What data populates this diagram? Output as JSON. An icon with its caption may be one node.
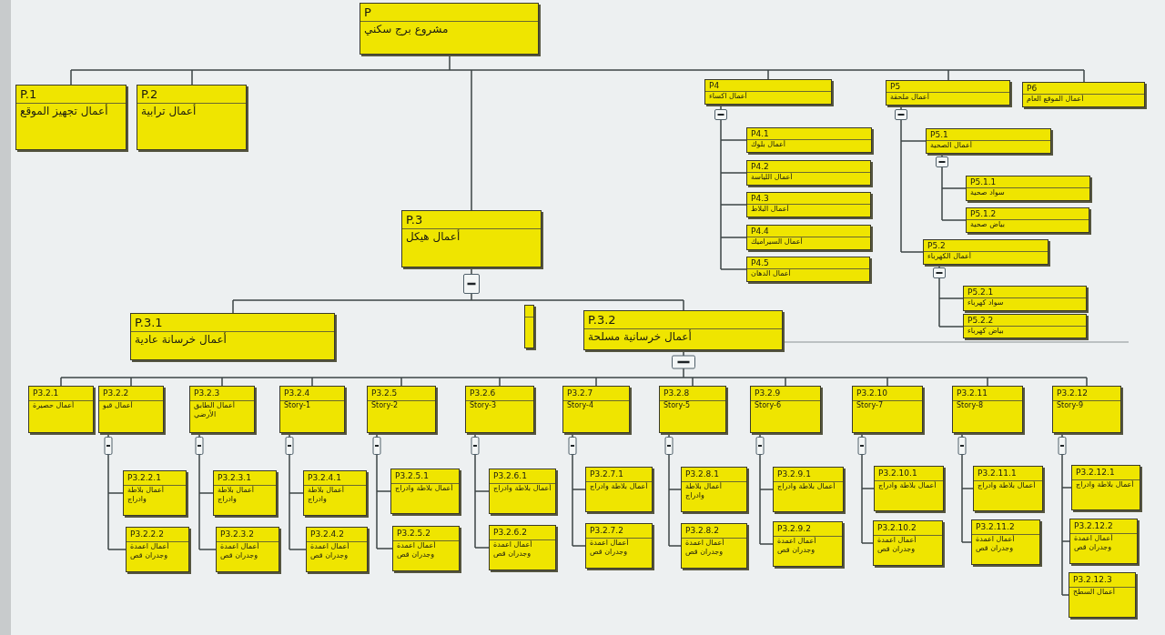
{
  "diagram": {
    "nodes": [
      {
        "text": [
          "P",
          "مشروع برج سكني"
        ]
      },
      {
        "text": [
          "P.1",
          "أعمال تجهيز الموقع"
        ]
      },
      {
        "text": [
          "P.2",
          "أعمال ترابية"
        ]
      },
      {
        "text": [
          "P.3",
          "أعمال هيكل"
        ]
      },
      {
        "text": [
          "P4",
          "أعمال اكساء"
        ]
      },
      {
        "text": [
          "P5",
          "أعمال ملحقة"
        ]
      },
      {
        "text": [
          "P6",
          "أعمال الموقع العام"
        ]
      },
      {
        "text": [
          "P4.1",
          "أعمال بلوك"
        ]
      },
      {
        "text": [
          "P4.2",
          "أعمال اللياسة"
        ]
      },
      {
        "text": [
          "P4.3",
          "أعمال البلاط"
        ]
      },
      {
        "text": [
          "P4.4",
          "أعمال السيراميك"
        ]
      },
      {
        "text": [
          "P4.5",
          "أعمال الدهان"
        ]
      },
      {
        "text": [
          "P5.1",
          "أعمال الصحية"
        ]
      },
      {
        "text": [
          "P5.1.1",
          "سواد صحية"
        ]
      },
      {
        "text": [
          "P5.1.2",
          "بياض صحية"
        ]
      },
      {
        "text": [
          "P5.2",
          "أعمال الكهرباء"
        ]
      },
      {
        "text": [
          "P5.2.1",
          "سواد كهرباء"
        ]
      },
      {
        "text": [
          "P5.2.2",
          "بياض كهرباء"
        ]
      },
      {
        "text": [
          "P.3.1",
          "أعمال خرسانة عادية"
        ]
      },
      {
        "text": [],
        "shape": "box"
      },
      {
        "text": [
          "P.3.2",
          "أعمال خرسانية مسلحة"
        ]
      },
      {
        "text": [
          "P3.2.1",
          "أعمال حصيرة"
        ]
      },
      {
        "text": [
          "P3.2.2",
          "أعمال قبو"
        ]
      },
      {
        "text": [
          "P3.2.3",
          "أعمال الطابق الأرضي"
        ]
      },
      {
        "text": [
          "P3.2.4",
          "Story-1"
        ]
      },
      {
        "text": [
          "P3.2.5",
          "Story-2"
        ]
      },
      {
        "text": [
          "P3.2.6",
          "Story-3"
        ]
      },
      {
        "text": [
          "P3.2.7",
          "Story-4"
        ]
      },
      {
        "text": [
          "P3.2.8",
          "Story-5"
        ]
      },
      {
        "text": [
          "P3.2.9",
          "Story-6"
        ]
      },
      {
        "text": [
          "P3.2.10",
          "Story-7"
        ]
      },
      {
        "text": [
          "P3.2.11",
          "Story-8"
        ]
      },
      {
        "text": [
          "P3.2.12",
          "Story-9"
        ]
      },
      {
        "text": [
          "P3.2.2.1",
          "أعمال بلاطة وادراج"
        ]
      },
      {
        "text": [
          "P3.2.2.2",
          "أعمال اعمدة وجدران قص"
        ]
      },
      {
        "text": [
          "P3.2.3.1",
          "أعمال بلاطة وادراج"
        ]
      },
      {
        "text": [
          "P3.2.3.2",
          "أعمال اعمدة وجدران قص"
        ]
      },
      {
        "text": [
          "P3.2.4.1",
          "أعمال بلاطة وادراج"
        ]
      },
      {
        "text": [
          "P3.2.4.2",
          "أعمال اعمدة وجدران قص"
        ]
      },
      {
        "text": [
          "P3.2.5.1",
          "أعمال بلاطة وادراج"
        ]
      },
      {
        "text": [
          "P3.2.5.2",
          "أعمال اعمدة وجدران قص"
        ]
      },
      {
        "text": [
          "P3.2.6.1",
          "أعمال بلاطة وادراج"
        ]
      },
      {
        "text": [
          "P3.2.6.2",
          "أعمال اعمدة وجدران قص"
        ]
      },
      {
        "text": [
          "P3.2.7.1",
          "أعمال بلاطة وادراج"
        ]
      },
      {
        "text": [
          "P3.2.7.2",
          "أعمال اعمدة وجدران قص"
        ]
      },
      {
        "text": [
          "P3.2.8.1",
          "أعمال بلاطة وادراج"
        ]
      },
      {
        "text": [
          "P3.2.8.2",
          "أعمال اعمدة وجدران قص"
        ]
      },
      {
        "text": [
          "P3.2.9.1",
          "أعمال بلاطة وادراج"
        ]
      },
      {
        "text": [
          "P3.2.9.2",
          "أعمال اعمدة وجدران قص"
        ]
      },
      {
        "text": [
          "P3.2.10.1",
          "أعمال بلاطة وادراج"
        ]
      },
      {
        "text": [
          "P3.2.10.2",
          "أعمال اعمدة وجدران قص"
        ]
      },
      {
        "text": [
          "P3.2.11.1",
          "أعمال بلاطة وادراج"
        ]
      },
      {
        "text": [
          "P3.2.11.2",
          "أعمال اعمدة وجدران قص"
        ]
      },
      {
        "text": [
          "P3.2.12.1",
          "أعمال بلاطة وادراج"
        ]
      },
      {
        "text": [
          "P3.2.12.2",
          "أعمال اعمدة وجدران قص"
        ]
      },
      {
        "text": [
          "P3.2.12.3",
          "أعمال السطح"
        ]
      }
    ],
    "edges": [
      {
        "from": 0,
        "to": 1,
        "arrow": "none"
      },
      {
        "from": 0,
        "to": 2,
        "arrow": "none"
      },
      {
        "from": 0,
        "to": 3,
        "arrow": "none"
      },
      {
        "from": 0,
        "to": 4,
        "arrow": "none"
      },
      {
        "from": 0,
        "to": 5,
        "arrow": "none"
      },
      {
        "from": 0,
        "to": 6,
        "arrow": "none"
      },
      {
        "from": 4,
        "to": 7,
        "arrow": "none"
      },
      {
        "from": 4,
        "to": 8,
        "arrow": "none"
      },
      {
        "from": 4,
        "to": 9,
        "arrow": "none"
      },
      {
        "from": 4,
        "to": 10,
        "arrow": "none"
      },
      {
        "from": 4,
        "to": 11,
        "arrow": "none"
      },
      {
        "from": 5,
        "to": 12,
        "arrow": "none"
      },
      {
        "from": 5,
        "to": 15,
        "arrow": "none"
      },
      {
        "from": 12,
        "to": 13,
        "arrow": "none"
      },
      {
        "from": 12,
        "to": 14,
        "arrow": "none"
      },
      {
        "from": 15,
        "to": 16,
        "arrow": "none"
      },
      {
        "from": 15,
        "to": 17,
        "arrow": "none"
      },
      {
        "from": 3,
        "to": 18,
        "arrow": "none"
      },
      {
        "from": 3,
        "to": 20,
        "arrow": "none"
      },
      {
        "from": 20,
        "to": 21,
        "arrow": "none"
      },
      {
        "from": 20,
        "to": 22,
        "arrow": "none"
      },
      {
        "from": 20,
        "to": 23,
        "arrow": "none"
      },
      {
        "from": 20,
        "to": 24,
        "arrow": "none"
      },
      {
        "from": 20,
        "to": 25,
        "arrow": "none"
      },
      {
        "from": 20,
        "to": 26,
        "arrow": "none"
      },
      {
        "from": 20,
        "to": 27,
        "arrow": "none"
      },
      {
        "from": 20,
        "to": 28,
        "arrow": "none"
      },
      {
        "from": 20,
        "to": 29,
        "arrow": "none"
      },
      {
        "from": 20,
        "to": 30,
        "arrow": "none"
      },
      {
        "from": 20,
        "to": 31,
        "arrow": "none"
      },
      {
        "from": 20,
        "to": 32,
        "arrow": "none"
      },
      {
        "from": 22,
        "to": 33,
        "arrow": "none"
      },
      {
        "from": 22,
        "to": 34,
        "arrow": "none"
      },
      {
        "from": 23,
        "to": 35,
        "arrow": "none"
      },
      {
        "from": 23,
        "to": 36,
        "arrow": "none"
      },
      {
        "from": 24,
        "to": 37,
        "arrow": "none"
      },
      {
        "from": 24,
        "to": 38,
        "arrow": "none"
      },
      {
        "from": 25,
        "to": 39,
        "arrow": "none"
      },
      {
        "from": 25,
        "to": 40,
        "arrow": "none"
      },
      {
        "from": 26,
        "to": 41,
        "arrow": "none"
      },
      {
        "from": 26,
        "to": 42,
        "arrow": "none"
      },
      {
        "from": 27,
        "to": 43,
        "arrow": "none"
      },
      {
        "from": 27,
        "to": 44,
        "arrow": "none"
      },
      {
        "from": 28,
        "to": 45,
        "arrow": "none"
      },
      {
        "from": 28,
        "to": 46,
        "arrow": "none"
      },
      {
        "from": 29,
        "to": 47,
        "arrow": "none"
      },
      {
        "from": 29,
        "to": 48,
        "arrow": "none"
      },
      {
        "from": 30,
        "to": 49,
        "arrow": "none"
      },
      {
        "from": 30,
        "to": 50,
        "arrow": "none"
      },
      {
        "from": 31,
        "to": 51,
        "arrow": "none"
      },
      {
        "from": 31,
        "to": 52,
        "arrow": "none"
      },
      {
        "from": 32,
        "to": 53,
        "arrow": "none"
      },
      {
        "from": 32,
        "to": 54,
        "arrow": "none"
      },
      {
        "from": 32,
        "to": 55,
        "arrow": "none"
      }
    ]
  }
}
